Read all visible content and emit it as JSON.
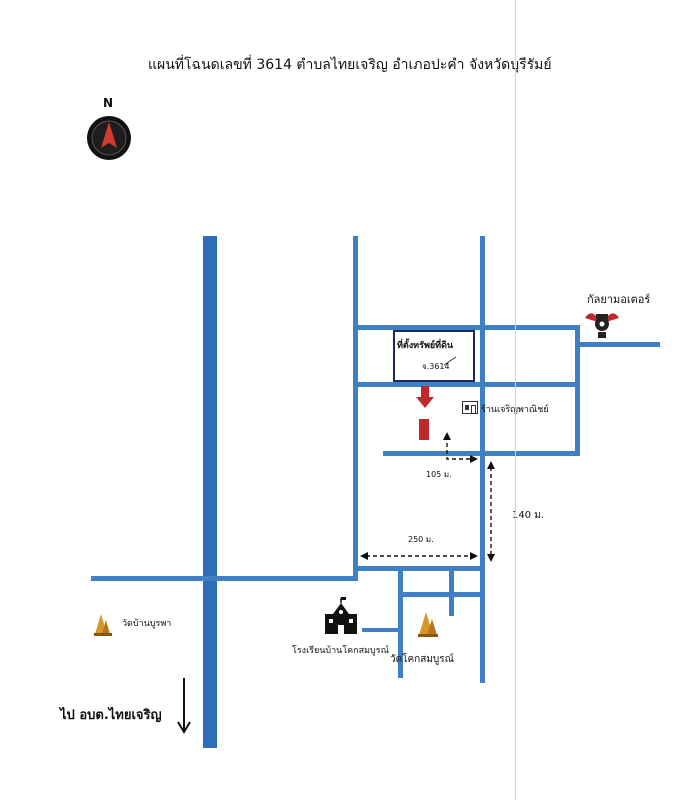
{
  "title": "แผนที่โฉนดเลขที่  3614  ตำบลไทยเจริญ  อำเภอปะคำ  จังหวัดบุรีรัมย์",
  "north_label": "N",
  "colors": {
    "road": "#3f7fc6",
    "main_road": "#2f6db8",
    "marker": "#c0282c",
    "arrow": "#c0282c"
  },
  "landmarks": {
    "property": {
      "line1": "ที่ตั้งทรัพย์ที่ดิน",
      "line2": "จ.3614"
    },
    "shop": "ร้านเจริญพาณิชย์",
    "garage": "กัลยามอเตอร์",
    "temple_1": "วัดบ้านบูรพา",
    "school": "โรงเรียนบ้านโคกสมบูรณ์",
    "temple_2": "วัดโคกสมบูรณ์"
  },
  "distances": {
    "d1": "105 ม.",
    "d2": "140 ม.",
    "d3": "250 ม."
  },
  "direction_label": "ไป  อบต.ไทยเจริญ",
  "icons": [
    "compass-icon",
    "temple-icon",
    "school-icon",
    "shop-icon",
    "garage-icon",
    "down-arrow-icon"
  ]
}
